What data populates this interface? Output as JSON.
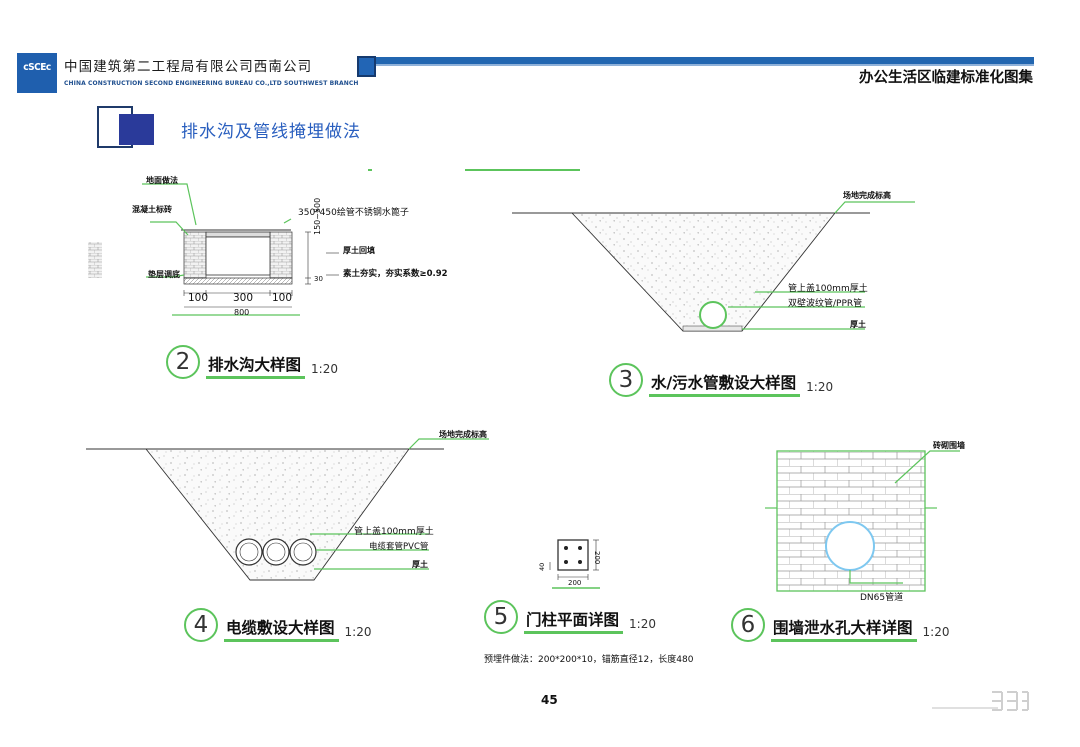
{
  "header": {
    "logo_letters": "cSCEc",
    "company_cn": "中国建筑第二工程局有限公司西南公司",
    "company_en": "CHINA CONSTRUCTION SECOND ENGINEERING BUREAU CO.,LTD SOUTHWEST BRANCH",
    "doc_title": "办公生活区临建标准化图集",
    "accent_color": "#2266b0"
  },
  "section": {
    "title": "排水沟及管线掩埋做法"
  },
  "figures": [
    {
      "number": "2",
      "title": "排水沟大样图",
      "scale": "1:20",
      "annotations": {
        "floor": "地面做法",
        "concrete": "混凝土标砖",
        "cover": "350*450绘管不锈钢水篦子",
        "bedding": "垫层调底",
        "thickness": "厚土回填",
        "compaction": "素土夯实，夯实系数≥0.92",
        "dim_depth": "150~500",
        "dim_30": "30",
        "dims_bottom": [
          "100",
          "300",
          "100"
        ],
        "dim_total": "800"
      }
    },
    {
      "number": "3",
      "title": "水/污水管敷设大样图",
      "scale": "1:20",
      "annotations": {
        "ground": "场地完成标高",
        "cover": "管上盖100mm厚土",
        "pipe": "双壁波纹管/PPR管",
        "base": "厚土"
      }
    },
    {
      "number": "4",
      "title": "电缆敷设大样图",
      "scale": "1:20",
      "annotations": {
        "ground": "场地完成标高",
        "cover": "管上盖100mm厚土",
        "pipe": "电缆套管PVC管",
        "base": "厚土"
      }
    },
    {
      "number": "5",
      "title": "门柱平面详图",
      "scale": "1:20",
      "annotations": {
        "dim_h": "200",
        "dim_v": "200",
        "dim_40": "40"
      },
      "note": "预埋件做法：200*200*10，锚筋直径12，长度480"
    },
    {
      "number": "6",
      "title": "围墙泄水孔大样详图",
      "scale": "1:20",
      "annotations": {
        "wall": "砖砌围墙",
        "hole": "DN65管道"
      }
    }
  ],
  "page_number": "45",
  "colors": {
    "caption_accent": "#5cc45c"
  }
}
